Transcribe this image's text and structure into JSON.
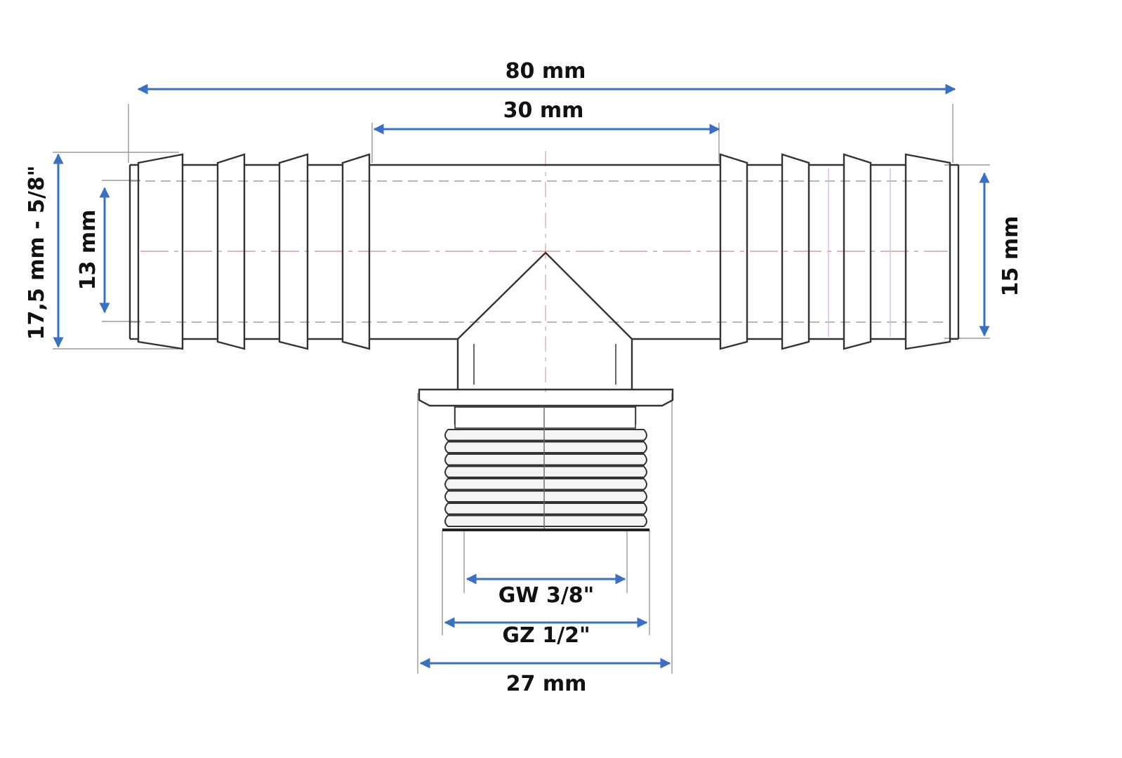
{
  "dimensions": {
    "overall_length": "80 mm",
    "body_length": "30 mm",
    "outer_diameter": "17,5 mm - 5/8\"",
    "inner_left": "13 mm",
    "inner_right": "15 mm",
    "inner_thread": "GW 3/8\"",
    "outer_thread": "GZ 1/2\"",
    "hex_width": "27 mm"
  },
  "colors": {
    "dimension_arrow": "#3a6fc6",
    "outline": "#333333",
    "center_line": "#d58a8a"
  }
}
